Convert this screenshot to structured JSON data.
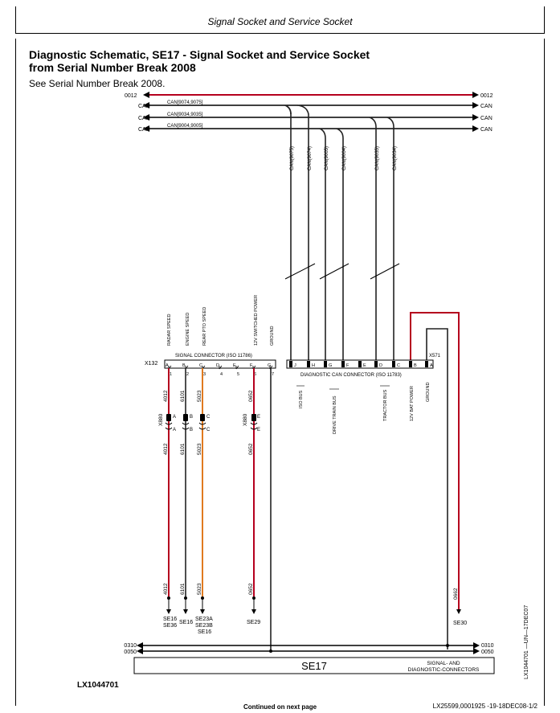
{
  "header": {
    "title": "Signal Socket and Service Socket"
  },
  "diagram": {
    "title_line1": "Diagnostic Schematic, SE17 - Signal Socket and Service Socket",
    "title_line2": "from Serial Number Break 2008",
    "subtitle": "See Serial Number Break 2008.",
    "buses": {
      "top_left": "0012",
      "top_right": "0012",
      "can_left": "CAN",
      "can_right": "CAN",
      "can_1": "CAN[9074,9075]",
      "can_2": "CAN[9034,9035]",
      "can_3": "CAN[9004,9005]",
      "bottom_left_1": "0310",
      "bottom_left_2": "0050",
      "bottom_right_1": "0310",
      "bottom_right_2": "0050"
    },
    "can_wires": [
      "CAN(9075)",
      "CAN(9074)",
      "CAN(9005)",
      "CAN(9004)",
      "CAN(9035)",
      "CAN(9034)"
    ],
    "signal_functions": [
      "RADAR SPEED",
      "ENGINE SPEED",
      "REAR PTO SPEED",
      "12V SWITCHED POWER",
      "GROUND"
    ],
    "x132": {
      "label": "X132",
      "title": "SIGNAL CONNECTOR (ISO 11786)",
      "top_pins": [
        "A",
        "B",
        "C",
        "D",
        "E",
        "F",
        "G"
      ],
      "bottom_pins": [
        "1",
        "2",
        "3",
        "4",
        "5",
        "6",
        "7"
      ]
    },
    "x571": {
      "label": "X571",
      "title": "DIAGNOSTIC CAN CONNECTOR (ISO 11783)",
      "pins": [
        "J",
        "H",
        "G",
        "F",
        "E",
        "D",
        "C",
        "B",
        "A"
      ],
      "wire": "0662"
    },
    "diag_functions": [
      "ISO BUS",
      "DRIVE TRAIN BUS",
      "TRACTOR BUS",
      "12V BAT POWER",
      "GROUND"
    ],
    "x880": {
      "label": "X880",
      "pins_a": [
        "A",
        "B",
        "C",
        "E"
      ],
      "wires": [
        "4012",
        "6101",
        "5023",
        "0652"
      ]
    },
    "destinations": {
      "d4012": "SE16\nSE36",
      "d6101": "SE16",
      "d5023": "SE23A\nSE23B\nSE16",
      "d0652": "SE29",
      "d0662": "SE30",
      "wire_0662": "0662"
    },
    "block": {
      "name": "SE17",
      "desc_1": "SIGNAL- AND",
      "desc_2": "DIAGNOSTIC-CONNECTORS"
    }
  },
  "footer": {
    "figure_id": "LX1044701",
    "continued": "Continued on next page",
    "reference": "LX25599,0001925 -19-18DEC08-1/2",
    "side_ref": "LX1044701 —UN—17DEC07"
  },
  "colors": {
    "red_wire": "#b5001e",
    "orange_wire": "#e07a1f",
    "dark_wire": "#222222"
  }
}
